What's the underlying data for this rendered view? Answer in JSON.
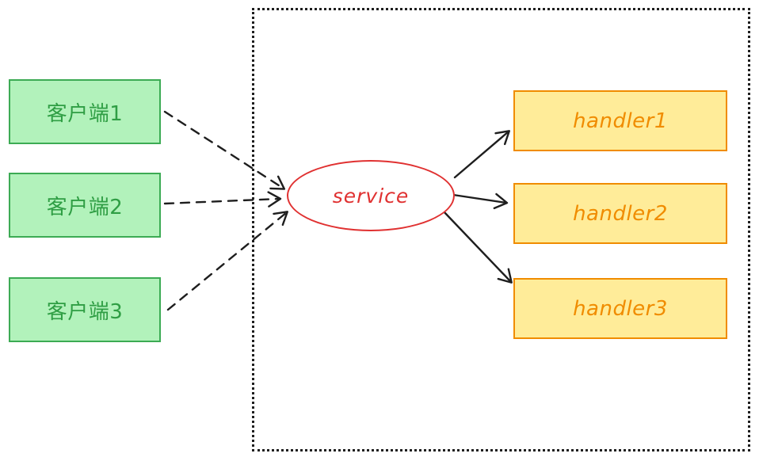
{
  "diagram": {
    "title": "clients to service to handlers diagram",
    "clients": [
      {
        "label": "客户端1"
      },
      {
        "label": "客户端2"
      },
      {
        "label": "客户端3"
      }
    ],
    "service": {
      "label": "service"
    },
    "handlers": [
      {
        "label": "handler1"
      },
      {
        "label": "handler2"
      },
      {
        "label": "handler3"
      }
    ],
    "edges": [
      {
        "from": "客户端1",
        "to": "service",
        "style": "dashed"
      },
      {
        "from": "客户端2",
        "to": "service",
        "style": "dashed"
      },
      {
        "from": "客户端3",
        "to": "service",
        "style": "dashed"
      },
      {
        "from": "service",
        "to": "handler1",
        "style": "solid"
      },
      {
        "from": "service",
        "to": "handler2",
        "style": "solid"
      },
      {
        "from": "service",
        "to": "handler3",
        "style": "solid"
      }
    ],
    "colors": {
      "client_fill": "#b2f2bb",
      "client_stroke": "#3cab54",
      "client_text": "#2f9e44",
      "handler_fill": "#ffec99",
      "handler_stroke": "#f08c00",
      "service_stroke": "#e03131",
      "arrow": "#1e1e1e"
    }
  }
}
